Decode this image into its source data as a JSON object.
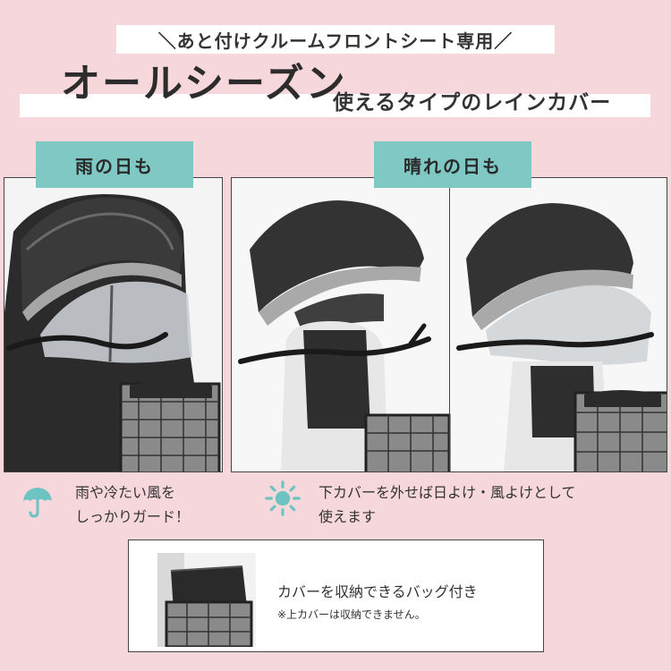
{
  "header": {
    "subtitle": "＼あと付けクルームフロントシート専用／",
    "title_main": "オールシーズン",
    "title_sub": "使えるタイプのレインカバー"
  },
  "labels": {
    "rain": "雨の日も",
    "sun": "晴れの日も"
  },
  "captions": {
    "rain": [
      "雨や冷たい風を",
      "しっかりガード！"
    ],
    "sun": [
      "下カバーを外せば日よけ・風よけとして",
      "使えます"
    ]
  },
  "bag": {
    "text": "カバーを収納できるバッグ付き",
    "note": "※上カバーは収納できません。"
  },
  "colors": {
    "background": "#f6d7dc",
    "label_teal": "#7fc8c4",
    "icon_teal": "#6cc3c1",
    "band_white": "#ffffff"
  },
  "icons": {
    "rain": "umbrella-icon",
    "sun": "sun-icon"
  }
}
